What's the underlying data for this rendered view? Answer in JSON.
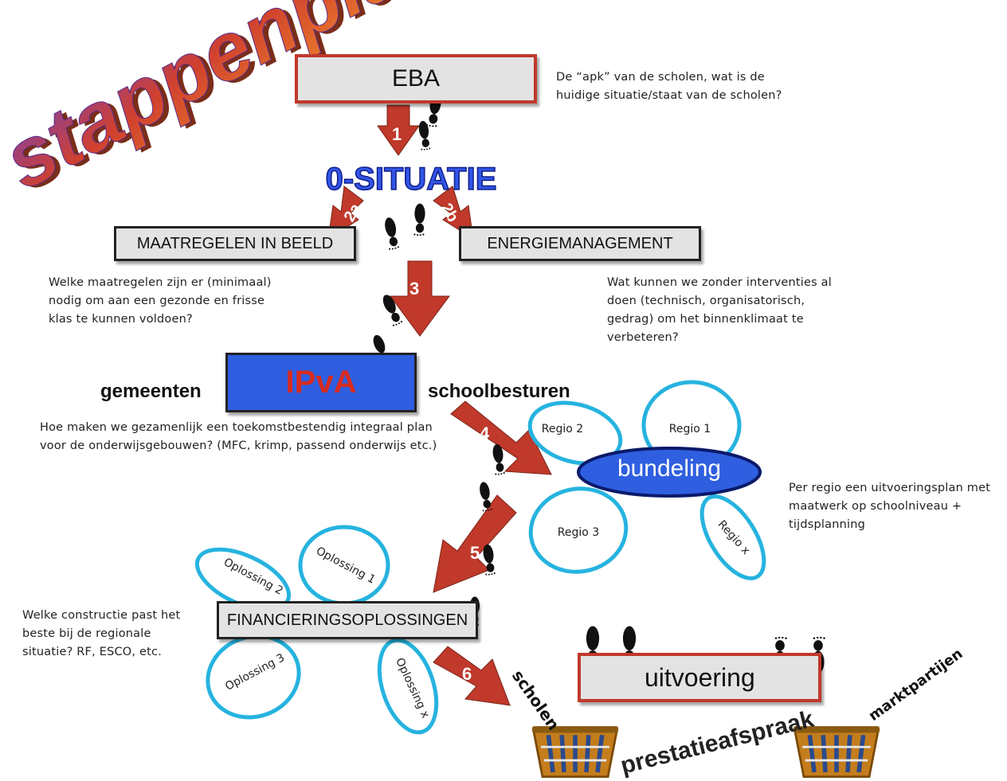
{
  "title": "stappenplan",
  "colors": {
    "accent_red": "#c0392b",
    "box_gray": "#e3e3e3",
    "blue": "#2f5fe0",
    "petal": "#26b3df"
  },
  "nodes": {
    "eba": "EBA",
    "nul_situatie": "0-SITUATIE",
    "maatregelen": "MAATREGELEN IN BEELD",
    "energie": "ENERGIEMANAGEMENT",
    "ipva": "IPvA",
    "bundeling": "bundeling",
    "financiering": "FINANCIERINGSOPLOSSINGEN",
    "uitvoering": "uitvoering"
  },
  "steps": [
    "1",
    "2a",
    "2b",
    "3",
    "4",
    "5",
    "6"
  ],
  "side_labels": {
    "left": "gemeenten",
    "right": "schoolbesturen"
  },
  "notes": {
    "eba": "De “apk” van de scholen, wat is de\nhuidige situatie/staat van de scholen?",
    "maatregelen": "Welke maatregelen zijn er (minimaal)\nnodig om aan een gezonde en frisse\nklas te kunnen voldoen?",
    "energie": "Wat kunnen we zonder interventies al\ndoen (technisch, organisatorisch,\ngedrag) om het binnenklimaat te\nverbeteren?",
    "ipva": "Hoe maken we gezamenlijk een toekomstbestendig integraal plan\nvoor de onderwijsgebouwen? (MFC, krimp, passend onderwijs etc.)",
    "bundeling": "Per regio een uitvoeringsplan met\nmaatwerk op schoolniveau +\ntijdsplanning",
    "financiering": "Welke constructie past het\nbeste bij de regionale\nsituatie? RF, ESCO, etc."
  },
  "regions": [
    "Regio 2",
    "Regio 1",
    "Regio 3",
    "Regio x"
  ],
  "solutions": [
    "Oplossing 2",
    "Oplossing 1",
    "Oplossing 3",
    "Oplossing x"
  ],
  "bottom": {
    "scholen": "scholen",
    "prestatieafspraak": "prestatieafspraak",
    "marktpartijen": "marktpartijen"
  },
  "icons": [
    "footprint-icon",
    "basket-icon",
    "arrow-icon"
  ]
}
